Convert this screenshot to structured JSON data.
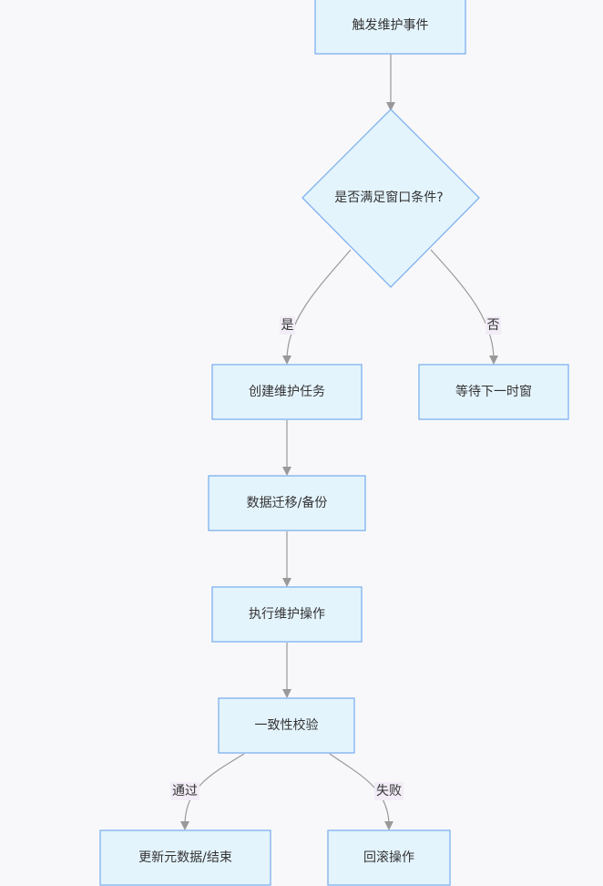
{
  "diagram": {
    "nodes": {
      "trigger": "触发维护事件",
      "decision": "是否满足窗口条件?",
      "create_task": "创建维护任务",
      "wait_window": "等待下一时窗",
      "migrate_backup": "数据迁移/备份",
      "execute": "执行维护操作",
      "verify": "一致性校验",
      "update_finish": "更新元数据/结束",
      "rollback": "回滚操作"
    },
    "edges": {
      "yes": "是",
      "no": "否",
      "pass": "通过",
      "fail": "失败"
    }
  },
  "colors": {
    "node_fill": "#e4f4fd",
    "node_stroke": "#7eb1ef",
    "edge": "#999999",
    "label_bg": "#f2ecf7",
    "background": "#f8f8fa"
  }
}
